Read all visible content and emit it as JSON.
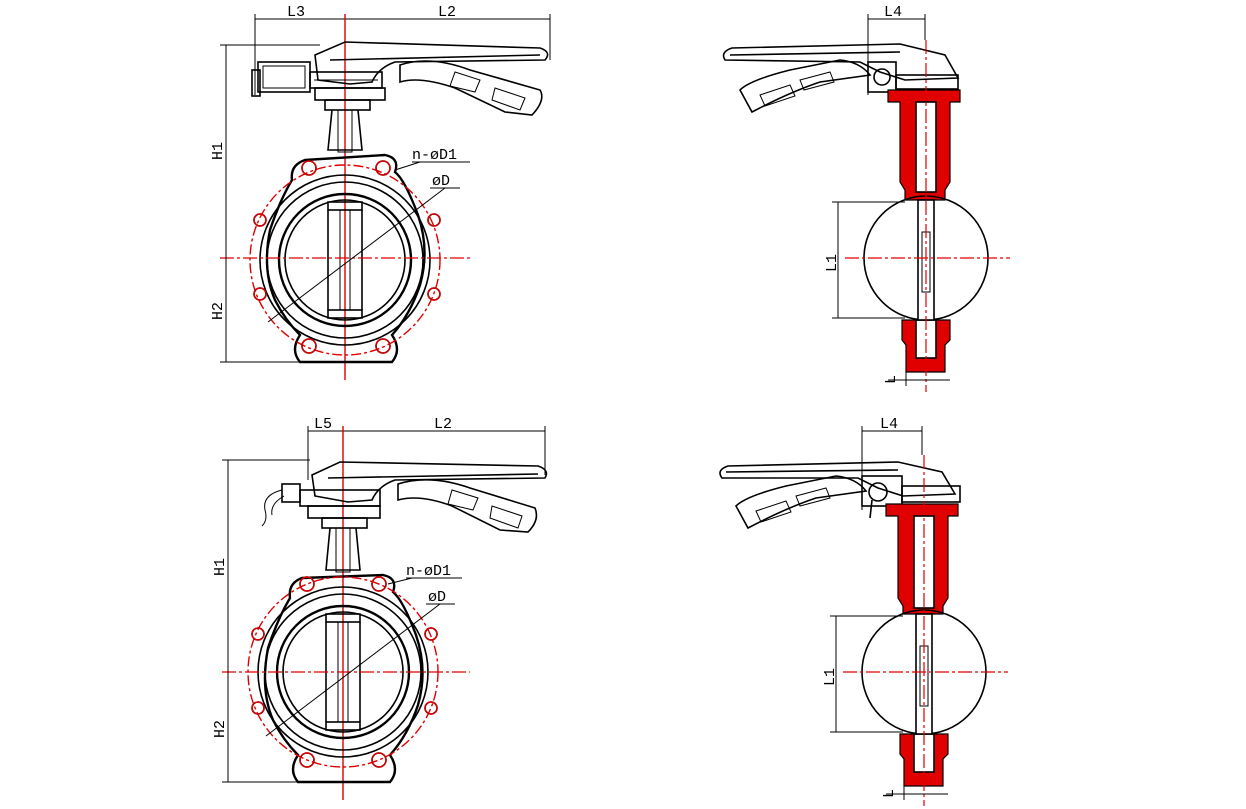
{
  "colors": {
    "line": "#000000",
    "accent": "#e00000",
    "background": "#ffffff"
  },
  "views": {
    "top_front": {
      "dim_top_left": "L3",
      "dim_top_right": "L2",
      "dim_height_upper": "H1",
      "dim_height_lower": "H2",
      "callout_holes": "n-øD1",
      "callout_diameter": "øD"
    },
    "top_side": {
      "dim_top": "L4",
      "dim_disc": "L1",
      "dim_bottom": "L"
    },
    "bottom_front": {
      "dim_top_left": "L5",
      "dim_top_right": "L2",
      "dim_height_upper": "H1",
      "dim_height_lower": "H2",
      "callout_holes": "n-øD1",
      "callout_diameter": "øD"
    },
    "bottom_side": {
      "dim_top": "L4",
      "dim_disc": "L1",
      "dim_bottom": "L"
    }
  }
}
